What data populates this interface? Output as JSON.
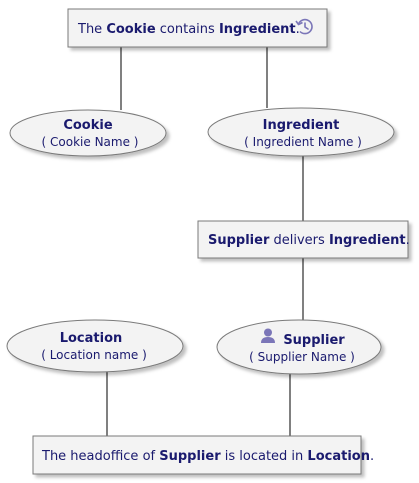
{
  "colors": {
    "text": "#1a1a6e",
    "shape_fill": "#f3f3f3",
    "shape_stroke": "#7a7a7a",
    "connector": "#000000",
    "shadow": "#c8c8c8",
    "icon": "#7b76b8"
  },
  "facts": {
    "cookie_ingredient": {
      "text_a": "The ",
      "cookie": "Cookie",
      "text_b": " contains ",
      "ingredient": "Ingredient",
      "text_c": ".",
      "icon": "history-icon"
    },
    "supplier_ingredient": {
      "supplier": "Supplier",
      "text_a": " delivers ",
      "ingredient": "Ingredient",
      "text_b": "."
    },
    "supplier_location": {
      "text_a": "The headoffice of ",
      "supplier": "Supplier",
      "text_b": " is located in ",
      "location": "Location",
      "text_c": "."
    }
  },
  "entities": {
    "cookie": {
      "name": "Cookie",
      "identifier": "( Cookie Name )"
    },
    "ingredient": {
      "name": "Ingredient",
      "identifier": "( Ingredient Name )"
    },
    "location": {
      "name": "Location",
      "identifier": "( Location name )"
    },
    "supplier": {
      "name": "Supplier",
      "identifier": "( Supplier Name )",
      "icon": "person-icon"
    }
  }
}
